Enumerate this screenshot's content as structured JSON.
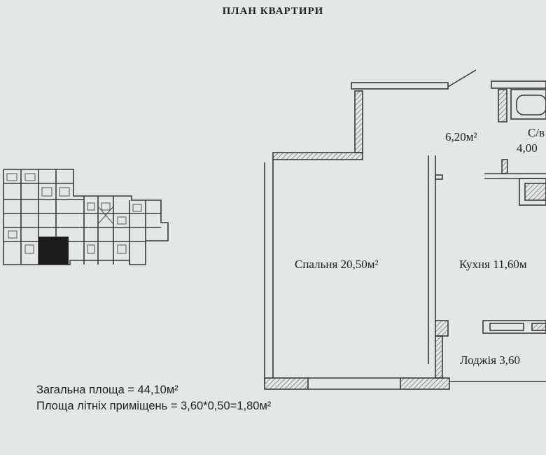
{
  "page": {
    "title": "ПЛАН КВАРТИРИ"
  },
  "rooms": {
    "hall_area": "6,20м²",
    "bathroom_label": "С/в",
    "bathroom_area": "4,00",
    "bedroom": "Спальня 20,50м²",
    "kitchen": "Кухня 11,60м",
    "loggia": "Лоджія 3,60"
  },
  "summary": {
    "total_area": "Загальна площа  = 44,10м²",
    "summer_area": "Площа літніх приміщень = 3,60*0,50=1,80м²"
  },
  "colors": {
    "background": "#e4e7e7",
    "line": "#3a3a3a",
    "hatch": "#6a6a6a",
    "highlight_apartment": "#1c1c1c"
  }
}
